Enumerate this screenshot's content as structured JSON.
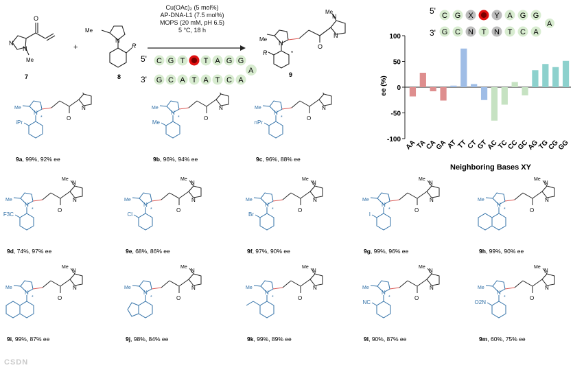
{
  "reaction": {
    "reagent_7_label": "7",
    "reagent_8_label": "8",
    "product_label": "9",
    "plus": "+",
    "conditions": [
      "Cu(OAc)₂ (5 mol%)",
      "AP-DNA-L1 (7.5 mol%)",
      "MOPS (20 mM, pH 6.5)",
      "5 °C, 18 h"
    ],
    "substituent_R": "R",
    "substituent_Me": "Me",
    "star": "*"
  },
  "dna_hairpin": {
    "label_5prime": "5'",
    "label_3prime": "3'",
    "top_strand": [
      "C",
      "G",
      "T",
      "",
      "T",
      "A",
      "G",
      "G"
    ],
    "bottom_strand": [
      "G",
      "C",
      "A",
      "T",
      "A",
      "T",
      "C",
      "A"
    ],
    "loop": "A"
  },
  "dna_hairpin_chart": {
    "label_5prime": "5'",
    "label_3prime": "3'",
    "top_strand": [
      "C",
      "G",
      "X",
      "",
      "Y",
      "A",
      "G",
      "G"
    ],
    "bottom_strand": [
      "G",
      "C",
      "N",
      "T",
      "N",
      "T",
      "C",
      "A"
    ],
    "loop": "A"
  },
  "chart_data": {
    "type": "bar",
    "categories": [
      "AA",
      "TA",
      "CA",
      "GA",
      "AT",
      "TT",
      "CT",
      "GT",
      "AC",
      "TC",
      "CC",
      "GC",
      "AG",
      "TG",
      "CG",
      "GG"
    ],
    "values": [
      -18,
      28,
      -8,
      -26,
      3,
      75,
      6,
      -25,
      -65,
      -34,
      10,
      -16,
      33,
      45,
      39,
      51
    ],
    "ylabel": "ee (%)",
    "xlabel": "Neighboring Bases XY",
    "ylim": [
      -100,
      100
    ],
    "yticks": [
      -100,
      -50,
      0,
      50,
      100
    ],
    "colors": [
      "#de8e8e",
      "#de8e8e",
      "#de8e8e",
      "#de8e8e",
      "#9fbde6",
      "#9fbde6",
      "#9fbde6",
      "#9fbde6",
      "#c6e2c2",
      "#c6e2c2",
      "#c6e2c2",
      "#c6e2c2",
      "#8dd1cd",
      "#8dd1cd",
      "#8dd1cd",
      "#8dd1cd"
    ]
  },
  "compounds": [
    {
      "id": "9a",
      "yield": "99%",
      "ee": "92% ee",
      "sub": "iPr"
    },
    {
      "id": "9b",
      "yield": "96%",
      "ee": "94% ee",
      "sub": "Me"
    },
    {
      "id": "9c",
      "yield": "96%",
      "ee": "88% ee",
      "sub": "nPr"
    },
    {
      "id": "9d",
      "yield": "74%",
      "ee": "97% ee",
      "sub": "F3C"
    },
    {
      "id": "9e",
      "yield": "68%",
      "ee": "86% ee",
      "sub": "Cl"
    },
    {
      "id": "9f",
      "yield": "97%",
      "ee": "90% ee",
      "sub": "Br"
    },
    {
      "id": "9g",
      "yield": "99%",
      "ee": "96% ee",
      "sub": "I"
    },
    {
      "id": "9h",
      "yield": "99%",
      "ee": "90% ee",
      "sub": "naphthyl"
    },
    {
      "id": "9i",
      "yield": "99%",
      "ee": "87% ee",
      "sub": "tetrahydronaphthyl"
    },
    {
      "id": "9j",
      "yield": "98%",
      "ee": "84% ee",
      "sub": "indanyl"
    },
    {
      "id": "9k",
      "yield": "99%",
      "ee": "89% ee",
      "sub": "vinyl"
    },
    {
      "id": "9l",
      "yield": "90%",
      "ee": "87% ee",
      "sub": "NC"
    },
    {
      "id": "9m",
      "yield": "60%",
      "ee": "75% ee",
      "sub": "O2N"
    }
  ],
  "watermark": "CSDN"
}
